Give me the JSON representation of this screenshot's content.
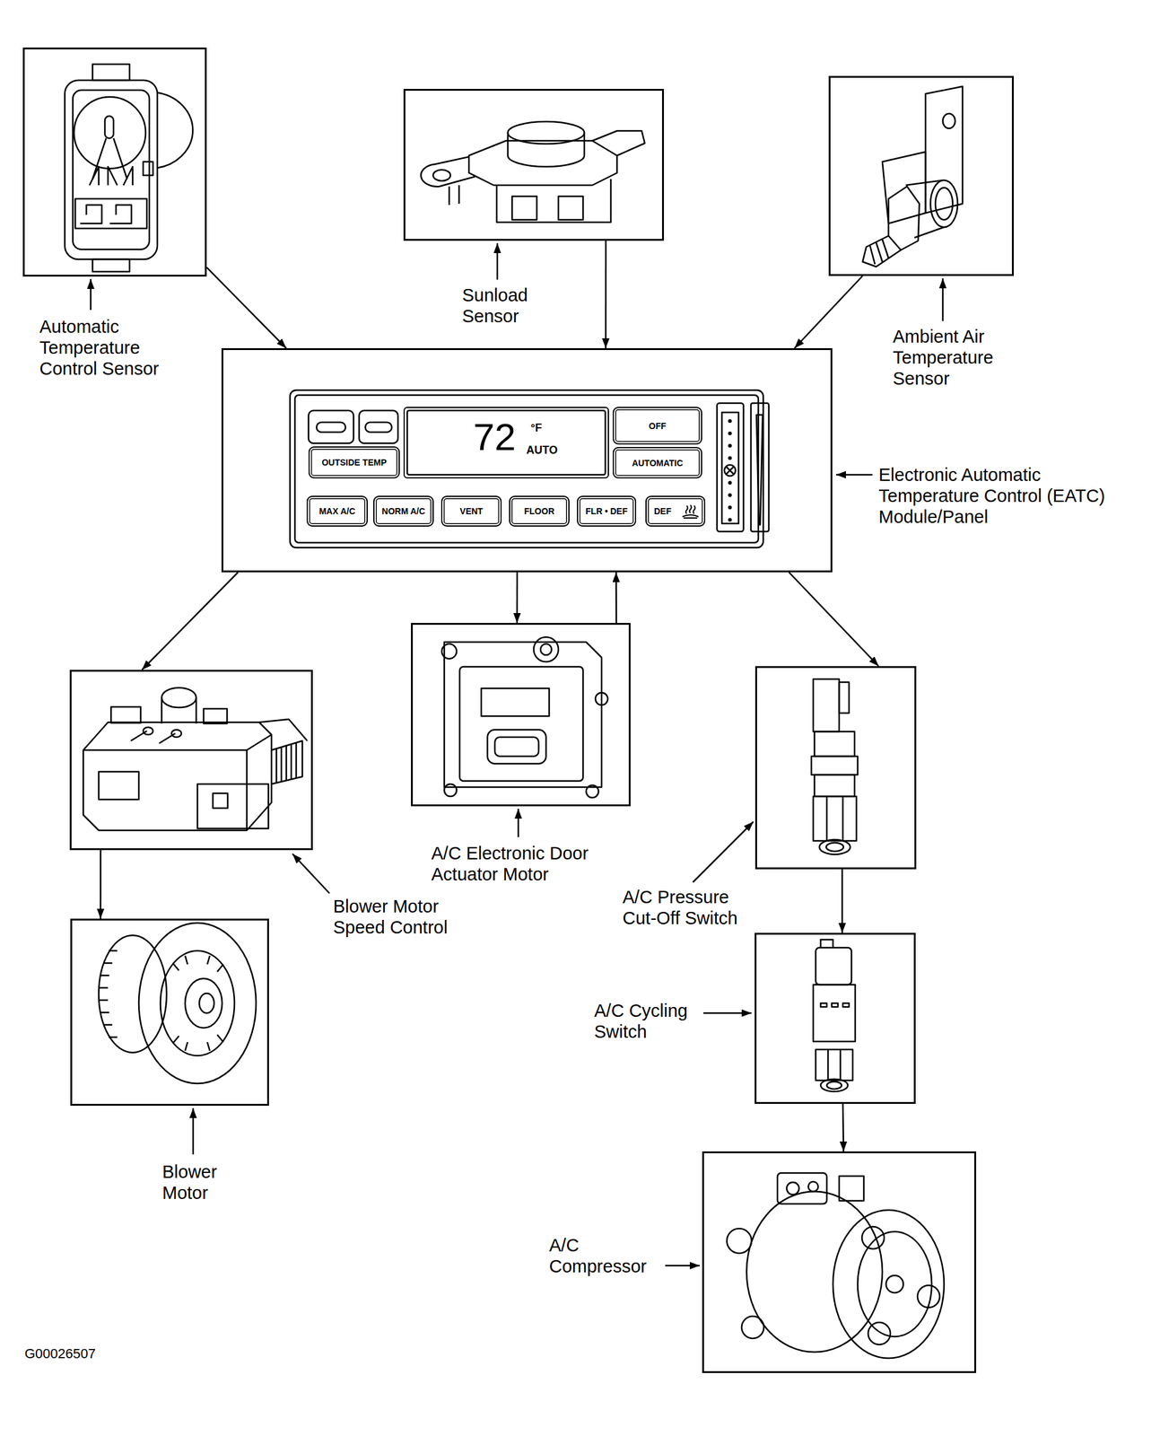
{
  "diagram": {
    "nodes": [
      {
        "text": [
          "Automatic Temperature Control Sensor"
        ]
      },
      {
        "text": [
          "Sunload Sensor"
        ]
      },
      {
        "text": [
          "Ambient Air Temperature Sensor"
        ]
      },
      {
        "text": [
          "Electronic Automatic Temperature Control (EATC) Module/Panel"
        ]
      },
      {
        "text": [
          "72",
          "°F",
          "AUTO"
        ],
        "in": 3
      },
      {
        "text": [
          "OFF"
        ],
        "in": 3
      },
      {
        "text": [
          "OUTSIDE TEMP"
        ],
        "in": 3
      },
      {
        "text": [
          "AUTOMATIC"
        ],
        "in": 3
      },
      {
        "text": [
          "MAX A/C"
        ],
        "in": 3
      },
      {
        "text": [
          "NORM A/C"
        ],
        "in": 3
      },
      {
        "text": [
          "VENT"
        ],
        "in": 3
      },
      {
        "text": [
          "FLOOR"
        ],
        "in": 3
      },
      {
        "text": [
          "FLR • DEF"
        ],
        "in": 3
      },
      {
        "text": [
          "DEF"
        ],
        "in": 3
      },
      {
        "text": [
          "Blower Motor Speed Control"
        ]
      },
      {
        "text": [
          "A/C Electronic Door Actuator Motor"
        ]
      },
      {
        "text": [
          "A/C Pressure Cut-Off Switch"
        ]
      },
      {
        "text": [
          "Blower Motor"
        ]
      },
      {
        "text": [
          "A/C Cycling Switch"
        ]
      },
      {
        "text": [
          "A/C Compressor"
        ]
      }
    ],
    "edges": [
      {
        "from": 0,
        "to": 3,
        "arrow": "to"
      },
      {
        "from": 1,
        "to": 3,
        "arrow": "to"
      },
      {
        "from": 2,
        "to": 3,
        "arrow": "to"
      },
      {
        "from": 3,
        "to": 14,
        "arrow": "to"
      },
      {
        "from": 3,
        "to": 15,
        "arrow": "to"
      },
      {
        "from": 15,
        "to": 3,
        "arrow": "to"
      },
      {
        "from": 3,
        "to": 16,
        "arrow": "to"
      },
      {
        "from": 14,
        "to": 17,
        "arrow": "to"
      },
      {
        "from": 16,
        "to": 18,
        "arrow": "to"
      },
      {
        "from": 18,
        "to": 19,
        "arrow": "to"
      }
    ],
    "labels": [
      "G00026507"
    ]
  }
}
